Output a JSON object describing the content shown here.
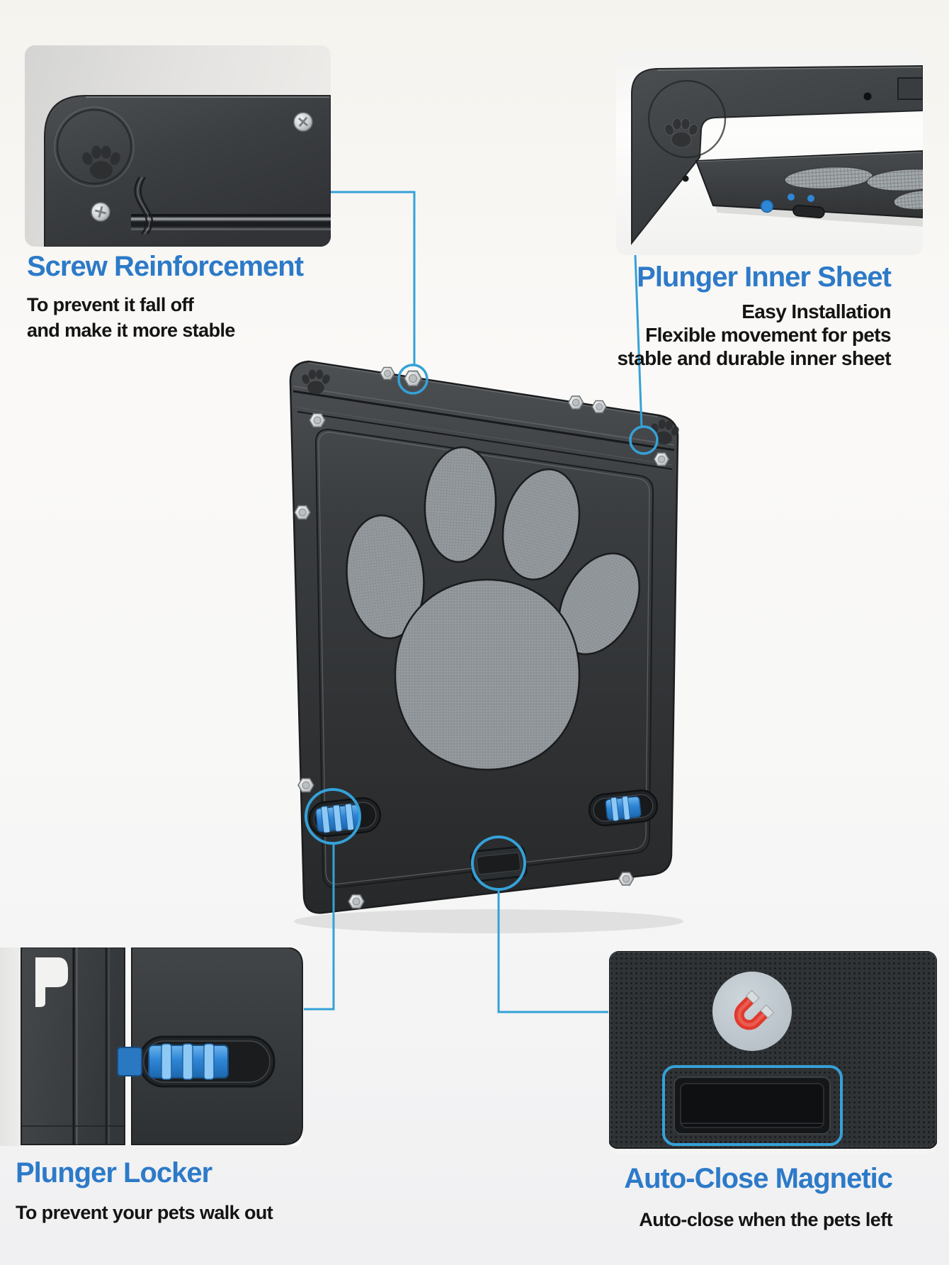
{
  "image_type": "product-feature-infographic",
  "product": "pet screen door with paw print mesh",
  "colors": {
    "background": "#f5f3ef",
    "callout_blue": "#35a1d8",
    "title_blue": "#2d7ac8",
    "body_text": "#141414",
    "door_dark": "#35383b",
    "mesh_gray": "#9ea4a7",
    "slider_blue": "#2e85d5",
    "magnet_red": "#e03a2e"
  },
  "icons": [
    "paw-print-icon",
    "magnet-icon",
    "screw-icon"
  ],
  "callouts": {
    "screw_reinforcement": {
      "title": "Screw Reinforcement",
      "lines": [
        "To prevent it fall off",
        "and make it more stable"
      ]
    },
    "plunger_inner_sheet": {
      "title": "Plunger Inner Sheet",
      "lines": [
        "Easy Installation",
        "Flexible movement for pets",
        "stable and durable inner sheet"
      ]
    },
    "plunger_locker": {
      "title": "Plunger Locker",
      "lines": [
        "To prevent your pets walk out"
      ]
    },
    "auto_close_magnetic": {
      "title": "Auto-Close Magnetic",
      "lines": [
        "Auto-close when the pets left"
      ]
    }
  }
}
